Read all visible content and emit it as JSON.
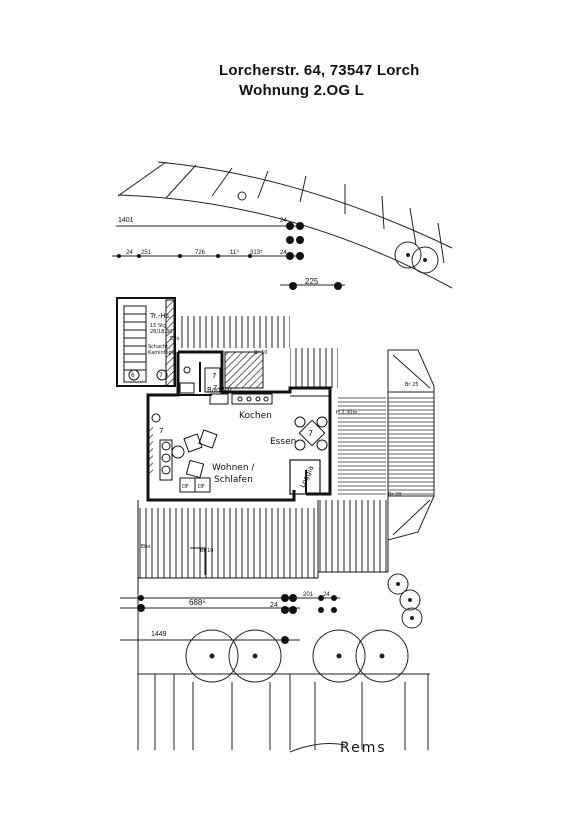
{
  "header": {
    "address": "Lorcherstr. 64,  73547 Lorch",
    "unit": "Wohnung 2.OG L"
  },
  "rooms": {
    "bad": "Bad/Wc",
    "kochen": "Kochen",
    "essen": "Essen",
    "wohnen_1": "Wohnen /",
    "wohnen_2": "Schlafen",
    "loggia": "Loggia",
    "treppenhaus": "Tr.-Hs.",
    "stg": "15 Stg",
    "stg_detail": "26/18,30",
    "schacht": "Schacht",
    "kamin": "Kaminfeger",
    "df1": "DF",
    "df2": "DF"
  },
  "dimensions": {
    "d1401": "1401",
    "d24a": "24",
    "d251": "251",
    "d24b": "24",
    "d726": "726",
    "d11": "11⁵",
    "d313": "313⁵",
    "d24c": "24",
    "d225": "225",
    "d688": "688⁵",
    "d24d": "24",
    "d201": "201",
    "d24e": "24",
    "d1449": "1449",
    "h230": "H 2,30m",
    "br20": "Br 20",
    "ebo1": "Ebo",
    "ebo2": "Ebo",
    "br10": "Br 10",
    "br10b": "Br 10",
    "br25": "Br 25"
  },
  "markers": {
    "m7a": "7",
    "m7b": "7",
    "m7c": "7",
    "m7d": "7",
    "m6": "6",
    "m7e": "7"
  },
  "river": "Rems"
}
